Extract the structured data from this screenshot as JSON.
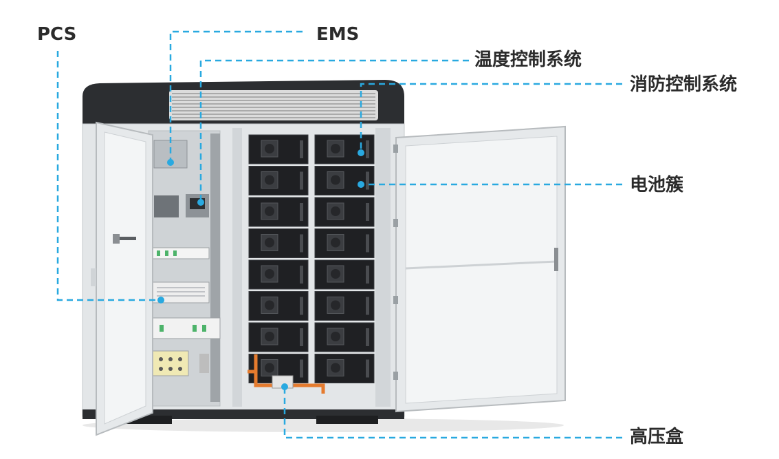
{
  "callouts": [
    {
      "id": "pcs",
      "label": "PCS"
    },
    {
      "id": "ems",
      "label": "EMS"
    },
    {
      "id": "thermal",
      "label": "温度控制系统"
    },
    {
      "id": "fire",
      "label": "消防控制系统"
    },
    {
      "id": "battery",
      "label": "电池簇"
    },
    {
      "id": "hvbox",
      "label": "高压盒"
    }
  ],
  "colors": {
    "leader_line": "#29a9e0",
    "cabinet_body": "#e3e6e8",
    "cabinet_top": "#2c2e31",
    "battery_module": "#1f2023",
    "door_panel": "#f1f3f4"
  }
}
